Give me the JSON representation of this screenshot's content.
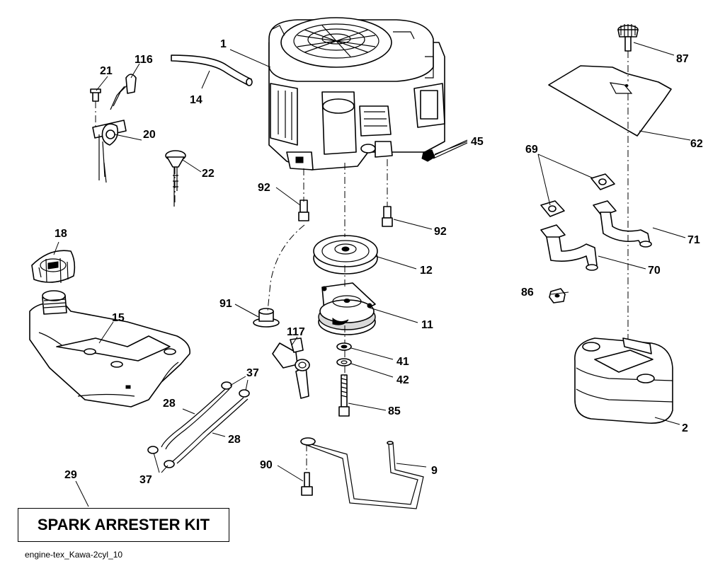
{
  "callouts": {
    "c1": "1",
    "c14": "14",
    "c21": "21",
    "c116": "116",
    "c20": "20",
    "c22": "22",
    "c92a": "92",
    "c92b": "92",
    "c45": "45",
    "c87": "87",
    "c62": "62",
    "c69": "69",
    "c71": "71",
    "c70": "70",
    "c86": "86",
    "c18": "18",
    "c15": "15",
    "c12": "12",
    "c91": "91",
    "c11": "11",
    "c117": "117",
    "c41": "41",
    "c42": "42",
    "c37a": "37",
    "c37b": "37",
    "c28a": "28",
    "c28b": "28",
    "c85": "85",
    "c2": "2",
    "c29": "29",
    "c90": "90",
    "c9": "9"
  },
  "kit_label": "SPARK ARRESTER KIT",
  "file_label": "engine-tex_Kawa-2cyl_10"
}
